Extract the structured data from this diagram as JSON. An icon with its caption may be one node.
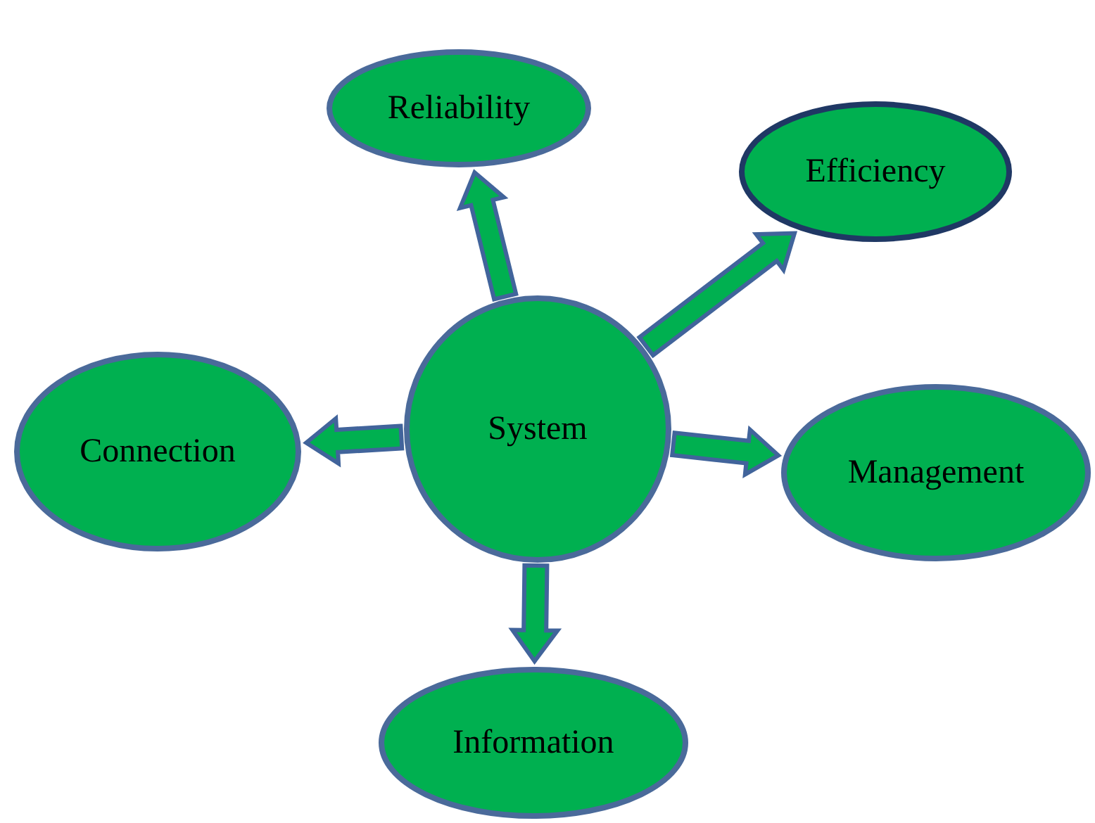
{
  "diagram": {
    "nodes": [
      {
        "text": [
          "Reliability"
        ]
      },
      {
        "text": [
          "Efficiency"
        ]
      },
      {
        "text": [
          "Connection"
        ]
      },
      {
        "text": [
          "System"
        ]
      },
      {
        "text": [
          "Management"
        ]
      },
      {
        "text": [
          "Information"
        ]
      }
    ],
    "edges": [
      {
        "from": 3,
        "to": 0,
        "arrow": "to"
      },
      {
        "from": 3,
        "to": 1,
        "arrow": "to"
      },
      {
        "from": 3,
        "to": 2,
        "arrow": "to"
      },
      {
        "from": 3,
        "to": 4,
        "arrow": "to"
      },
      {
        "from": 3,
        "to": 5,
        "arrow": "to"
      }
    ]
  }
}
